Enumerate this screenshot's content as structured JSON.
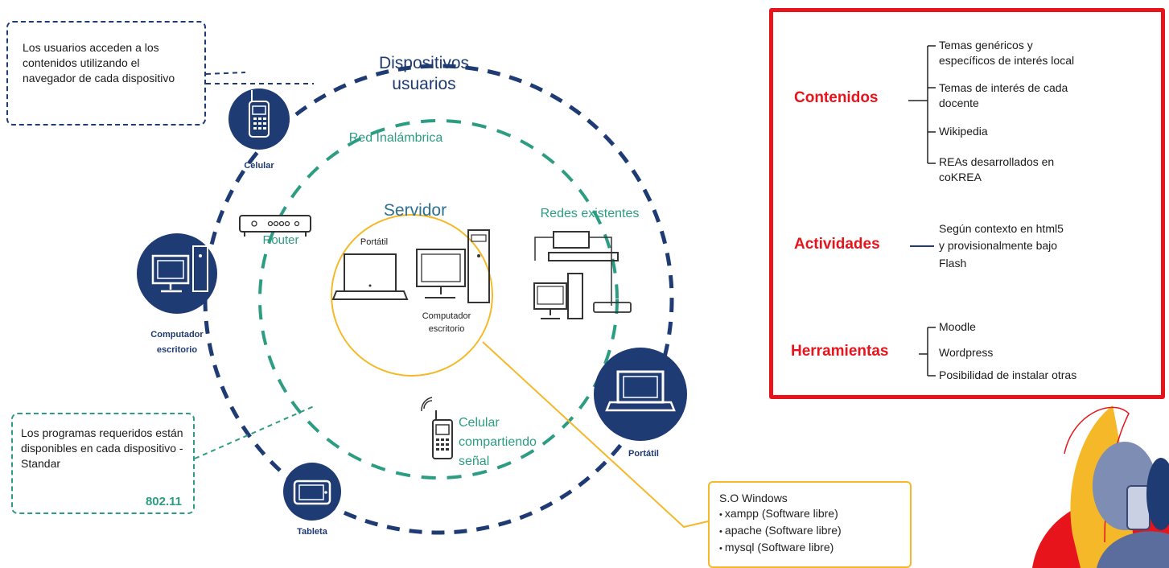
{
  "notes": {
    "users_access": "Los usuarios acceden a los contenidos utilizando el navegador de cada dispositivo",
    "programs": "Los programas requeridos están disponibles en cada dispositivo - Standar",
    "standard": "802.11"
  },
  "rings": {
    "outer": [
      "Dispositivos",
      "usuarios"
    ],
    "middle": "Red Inalámbrica",
    "inner": "Servidor",
    "existing": "Redes existentes"
  },
  "devices": {
    "celular": "Celular",
    "computador": [
      "Computador",
      "escritorio"
    ],
    "tableta": "Tableta",
    "portatil": "Portátil",
    "router": "Router",
    "server_portatil": "Portátil",
    "server_computador": [
      "Computador",
      "escritorio"
    ],
    "celular_signal": [
      "Celular",
      "compartiendo",
      "señal"
    ]
  },
  "server_box": {
    "title": "S.O Windows",
    "items": [
      "xampp (Software libre)",
      "apache (Software libre)",
      "mysql (Software libre)"
    ]
  },
  "summary": {
    "contenidos": {
      "label": "Contenidos",
      "items": [
        "Temas genéricos y",
        "específicos de interés local",
        "Temas de interés de cada",
        "docente",
        "Wikipedia",
        "REAs desarrollados en",
        "coKREA"
      ]
    },
    "actividades": {
      "label": "Actividades",
      "items": [
        "Según contexto en html5",
        "y provisionalmente bajo",
        "Flash"
      ]
    },
    "herramientas": {
      "label": "Herramientas",
      "items": [
        "Moodle",
        "Wordpress",
        "Posibilidad de instalar otras"
      ]
    }
  },
  "colors": {
    "navy": "#1f3b73",
    "teal": "#2c9c83",
    "yellow": "#f5b829",
    "red": "#e8141b"
  }
}
